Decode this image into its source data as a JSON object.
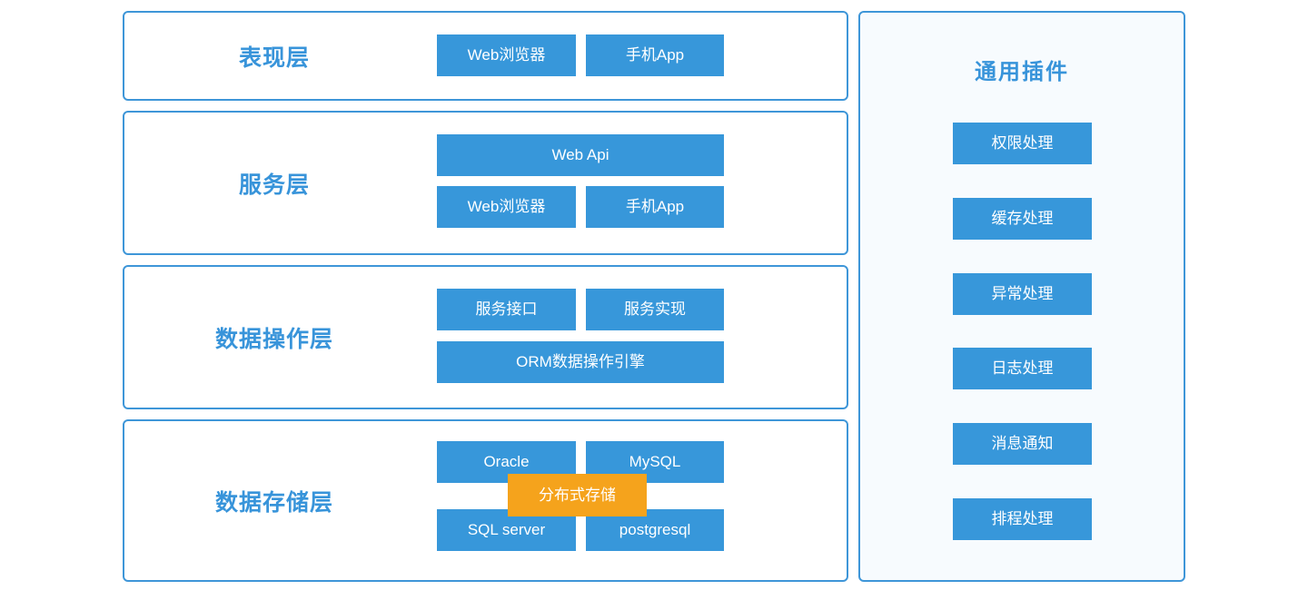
{
  "colors": {
    "accent_blue": "#3894da",
    "node_blue": "#3797da",
    "highlight_orange": "#f5a31c",
    "border_blue": "#3e96d8",
    "panel_bg": "#f7fbfe"
  },
  "layers": [
    {
      "title": "表现层",
      "buttons": [
        "Web浏览器",
        "手机App"
      ]
    },
    {
      "title": "服务层",
      "buttons": [
        "Web Api",
        "Web浏览器",
        "手机App"
      ]
    },
    {
      "title": "数据操作层",
      "buttons": [
        "服务接口",
        "服务实现",
        "ORM数据操作引擎"
      ]
    },
    {
      "title": "数据存储层",
      "buttons": [
        "Oracle",
        "MySQL",
        "SQL server",
        "postgresql"
      ],
      "overlay": "分布式存储"
    }
  ],
  "plugins": {
    "title": "通用插件",
    "buttons": [
      "权限处理",
      "缓存处理",
      "异常处理",
      "日志处理",
      "消息通知",
      "排程处理"
    ]
  }
}
